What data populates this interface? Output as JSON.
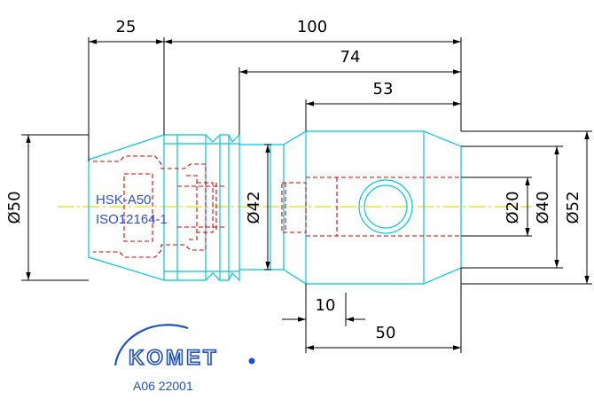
{
  "drawing": {
    "dimensions": {
      "len_25": "25",
      "len_100": "100",
      "len_74": "74",
      "len_53": "53",
      "len_10": "10",
      "len_50": "50",
      "dia_50": "Ø50",
      "dia_42": "Ø42",
      "dia_20": "Ø20",
      "dia_40": "Ø40",
      "dia_52": "Ø52"
    },
    "spec_lines": [
      "HSK-A50",
      "ISO12164-1"
    ],
    "logo": "KOMET",
    "part_number": "A06 22001"
  },
  "colors": {
    "outline": "#00c8d8",
    "hidden": "#e00000",
    "centerline": "#e0e000",
    "dimension": "#000000",
    "logo": "#1e50c8",
    "spec_text": "#3050d0"
  }
}
